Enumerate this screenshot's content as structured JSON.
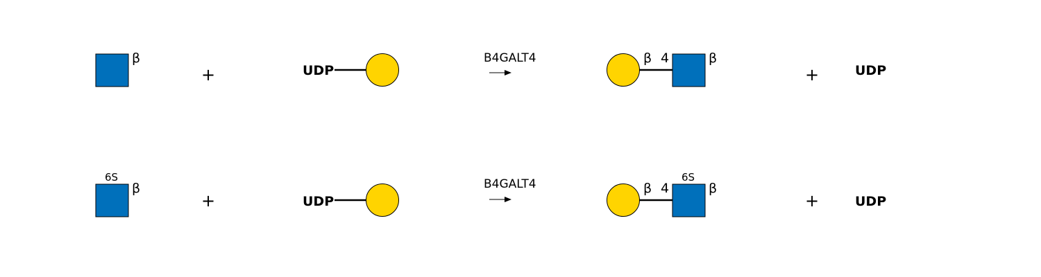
{
  "colors": {
    "glcnac_square": "#0070BB",
    "galactose_circle": "#FFD400",
    "stroke": "#000000"
  },
  "reactions": [
    {
      "substrate": {
        "anomer": "β",
        "modification": ""
      },
      "plus1": "+",
      "donor": {
        "label": "UDP"
      },
      "enzyme": "B4GALT4",
      "product": {
        "gal_anomer": "β",
        "linkage_position": "4",
        "glcnac_anomer": "β",
        "modification": ""
      },
      "plus2": "+",
      "byproduct": "UDP"
    },
    {
      "substrate": {
        "anomer": "β",
        "modification": "6S"
      },
      "plus1": "+",
      "donor": {
        "label": "UDP"
      },
      "enzyme": "B4GALT4",
      "product": {
        "gal_anomer": "β",
        "linkage_position": "4",
        "glcnac_anomer": "β",
        "modification": "6S"
      },
      "plus2": "+",
      "byproduct": "UDP"
    }
  ]
}
